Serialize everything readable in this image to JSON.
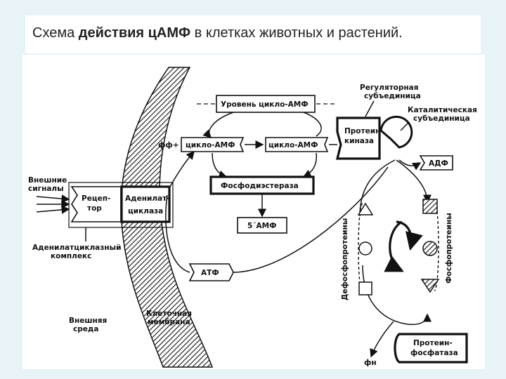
{
  "title": {
    "prefix": "Схема ",
    "bold": "действия цАМФ",
    "suffix": " в клетках животных и растений."
  },
  "diagram": {
    "external_signals": [
      "Внешние",
      "сигналы"
    ],
    "receptor": [
      "Рецеп-",
      "тор"
    ],
    "adenylate_cyclase": [
      "Аденилат-",
      "циклаза"
    ],
    "adenylate_complex": [
      "Аденилатциклазный",
      "комплекс"
    ],
    "external_medium": [
      "Внешняя",
      "среда"
    ],
    "cell_membrane": [
      "Клеточная",
      "мембрана"
    ],
    "camp_level": "Уровень цикло-АМФ",
    "ff_plus": "фф+",
    "camp_left": "цикло-АМФ",
    "camp_right": "цикло-АМФ",
    "phosphodiesterase": "Фосфодиэстераза",
    "amp5": "5´АМФ",
    "atf": "АТФ",
    "regulatory_subunit": [
      "Регуляторная",
      "субъединица"
    ],
    "catalytic_subunit": [
      "Каталитическая",
      "субъединица"
    ],
    "protein_kinase": [
      "Протеин-",
      "киназа"
    ],
    "adf": "АДФ",
    "dephosphoproteins": "Дефосфопротеины",
    "phosphoproteins": "Фосфопротеины",
    "protein_phosphatase": [
      "Протеин-",
      "фосфатаза"
    ],
    "fn": "фн"
  }
}
